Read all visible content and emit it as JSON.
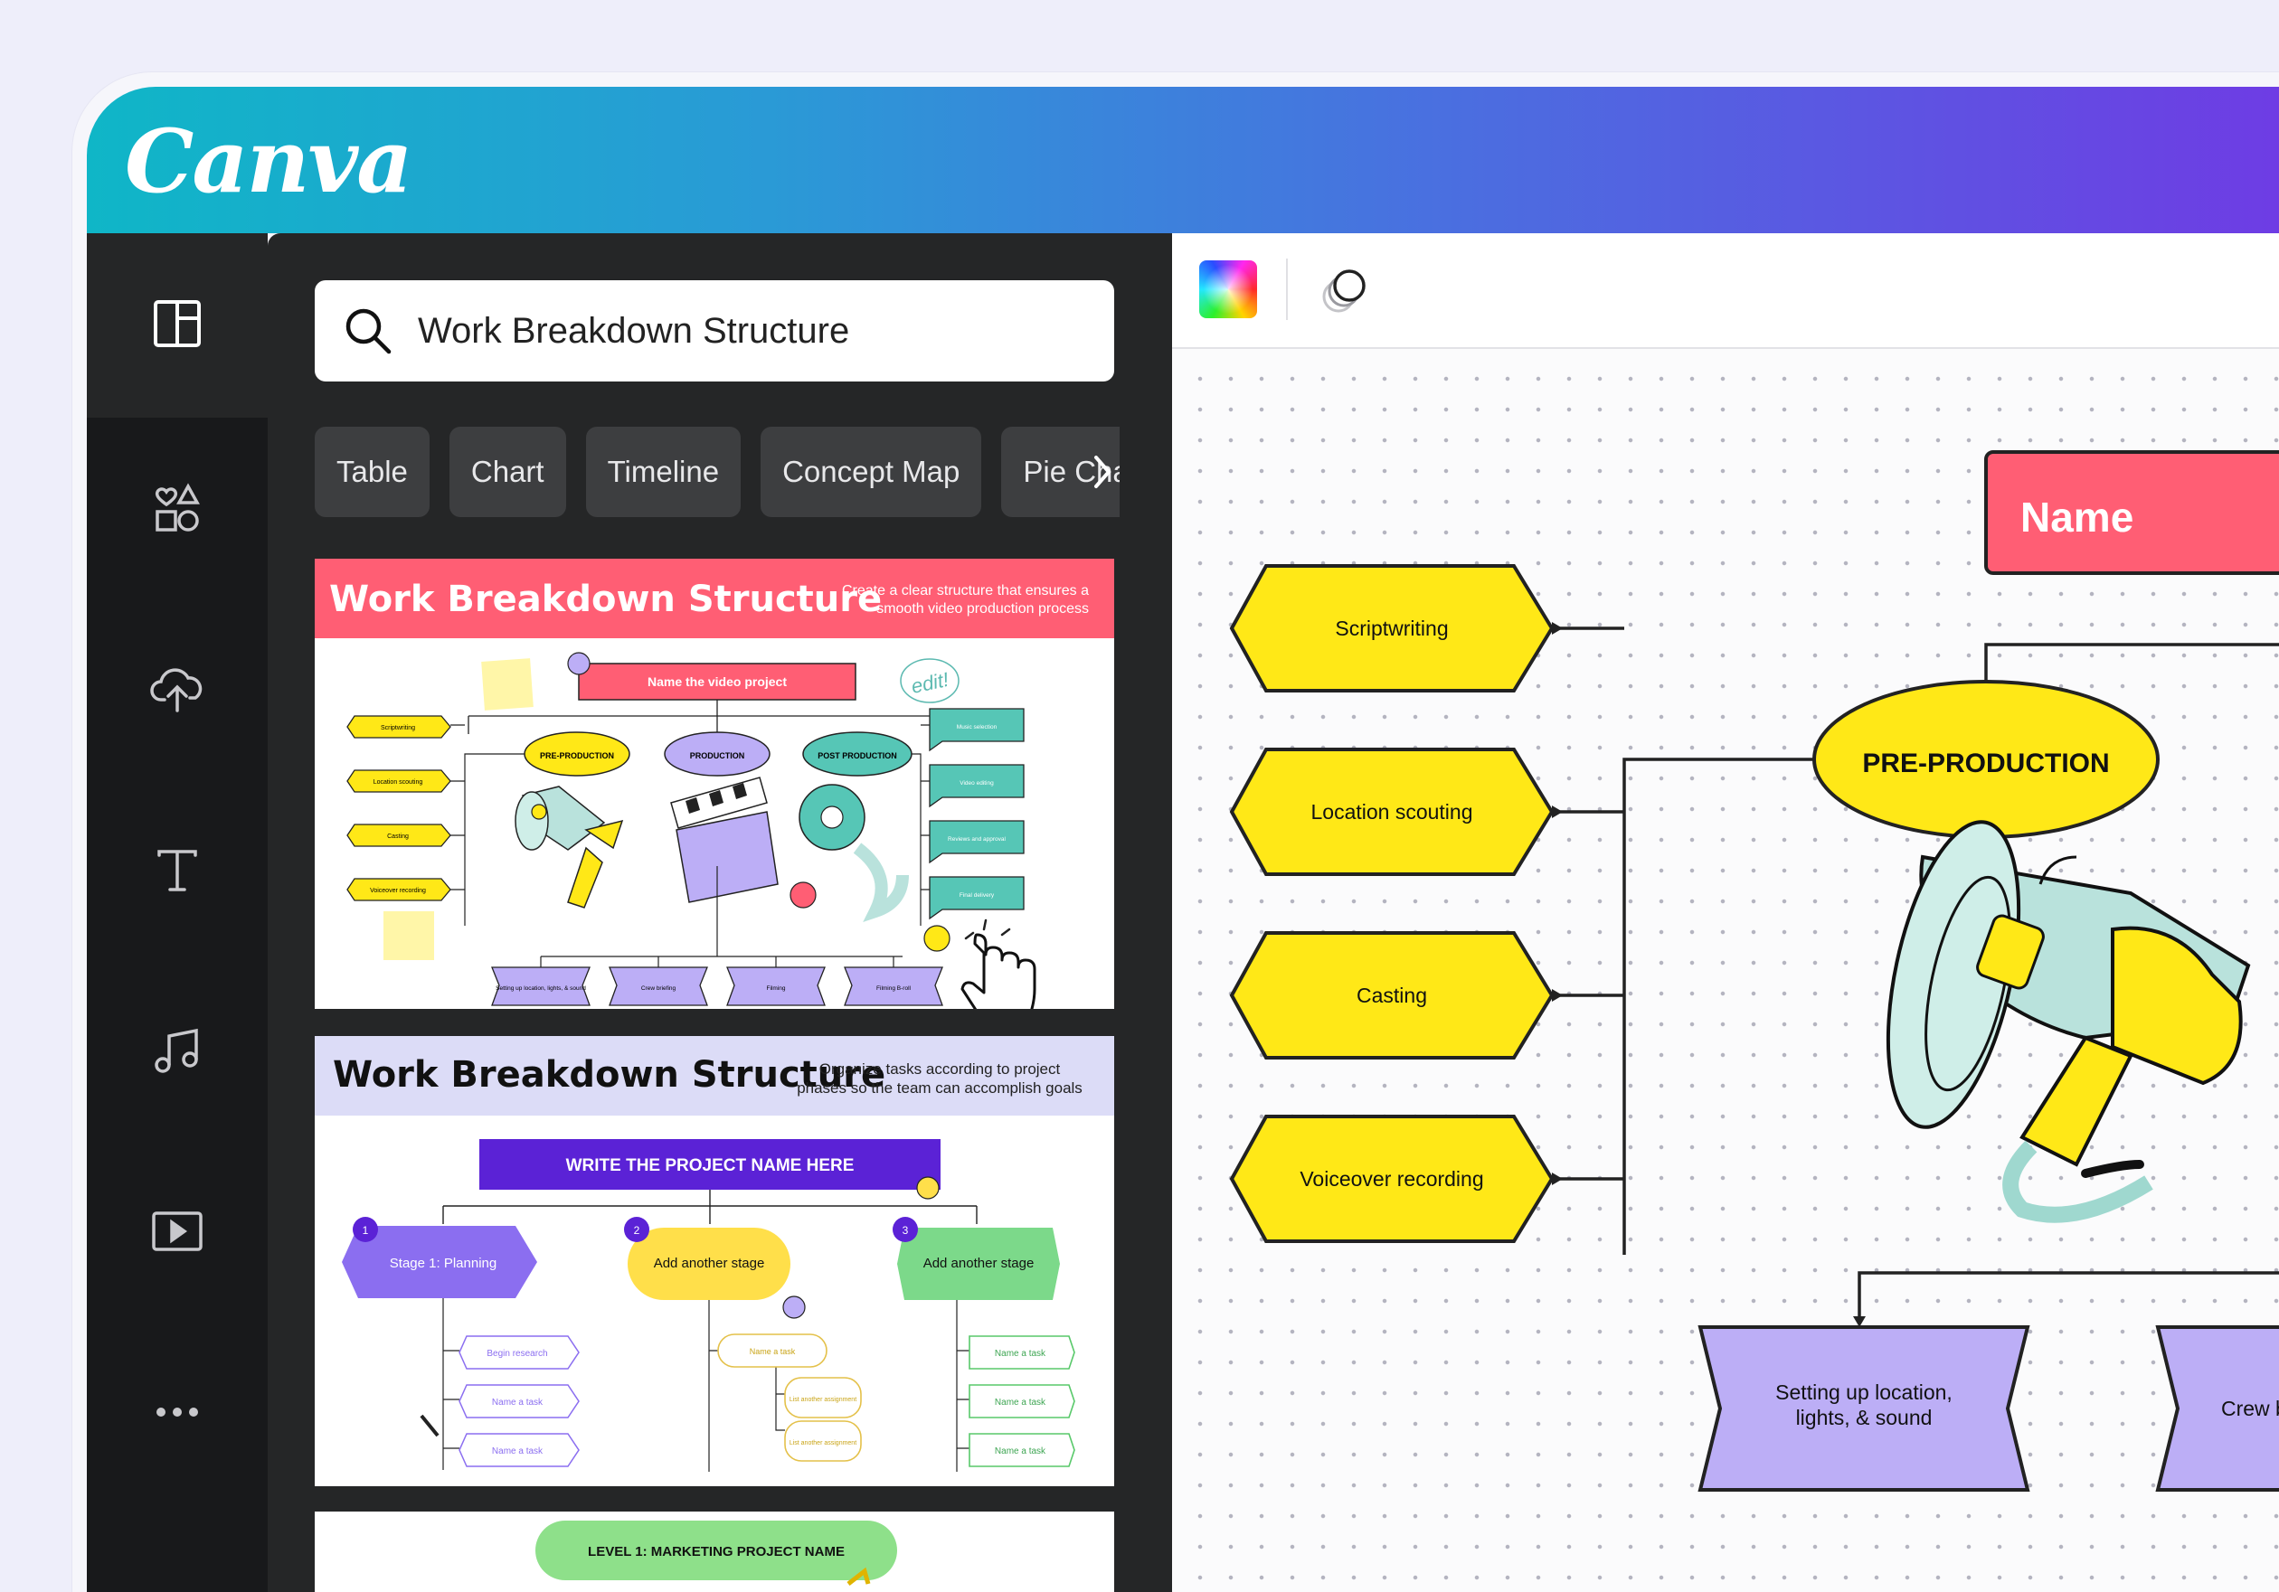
{
  "app": {
    "name": "Canva"
  },
  "rail": {
    "icons": [
      "layout-icon",
      "elements-icon",
      "upload-icon",
      "text-icon",
      "audio-icon",
      "video-icon",
      "more-icon"
    ]
  },
  "search": {
    "value": "Work Breakdown Structure",
    "icon": "search-icon"
  },
  "chips": [
    "Table",
    "Chart",
    "Timeline",
    "Concept Map",
    "Pie Chart"
  ],
  "templates": [
    {
      "title": "Work Breakdown Structure",
      "subtitle_line1": "Create a clear structure that ensures a",
      "subtitle_line2": "smooth video production process",
      "accent": "#ff5e74",
      "root": "Name the video project",
      "phases": [
        "PRE-PRODUCTION",
        "PRODUCTION",
        "POST PRODUCTION"
      ],
      "left_tasks": [
        "Scriptwriting",
        "Location scouting",
        "Casting",
        "Voiceover recording"
      ],
      "right_tasks": [
        "Music selection",
        "Video editing",
        "Reviews and approval",
        "Final delivery"
      ],
      "bottom_tasks": [
        "Setting up location, lights, & sound",
        "Crew briefing",
        "Filming",
        "Filming B-roll"
      ],
      "sticker": "edit!"
    },
    {
      "title": "Work Breakdown Structure",
      "subtitle_line1": "Organize tasks according to project",
      "subtitle_line2": "phases so the team can accomplish goals",
      "accent": "#5b22d6",
      "root": "WRITE THE PROJECT NAME HERE",
      "stages": [
        {
          "num": "1",
          "label": "Stage 1: Planning"
        },
        {
          "num": "2",
          "label": "Add another stage"
        },
        {
          "num": "3",
          "label": "Add another stage"
        }
      ],
      "stage1_tasks": [
        "Begin research",
        "Name a task",
        "Name a task"
      ],
      "stage2_tasks": [
        "Name a task",
        "List another assignment",
        "List another assignment"
      ],
      "stage3_tasks": [
        "Name a task",
        "Name a task",
        "Name a task"
      ]
    },
    {
      "root": "LEVEL 1: MARKETING PROJECT NAME"
    }
  ],
  "toolbar": {
    "color_icon": "color-picker-icon",
    "transparency_icon": "transparency-icon"
  },
  "board": {
    "root": "Name",
    "phase": "PRE-PRODUCTION",
    "tasks": [
      "Scriptwriting",
      "Location scouting",
      "Casting",
      "Voiceover recording"
    ],
    "bottom_line1": "Setting up location,",
    "bottom_line2": "lights, & sound",
    "bottom2": "Crew briefing"
  },
  "colors": {
    "yellow": "#ffe817",
    "purple": "#bcaef6",
    "coral": "#ff5e74",
    "teal": "#56c6b6"
  }
}
